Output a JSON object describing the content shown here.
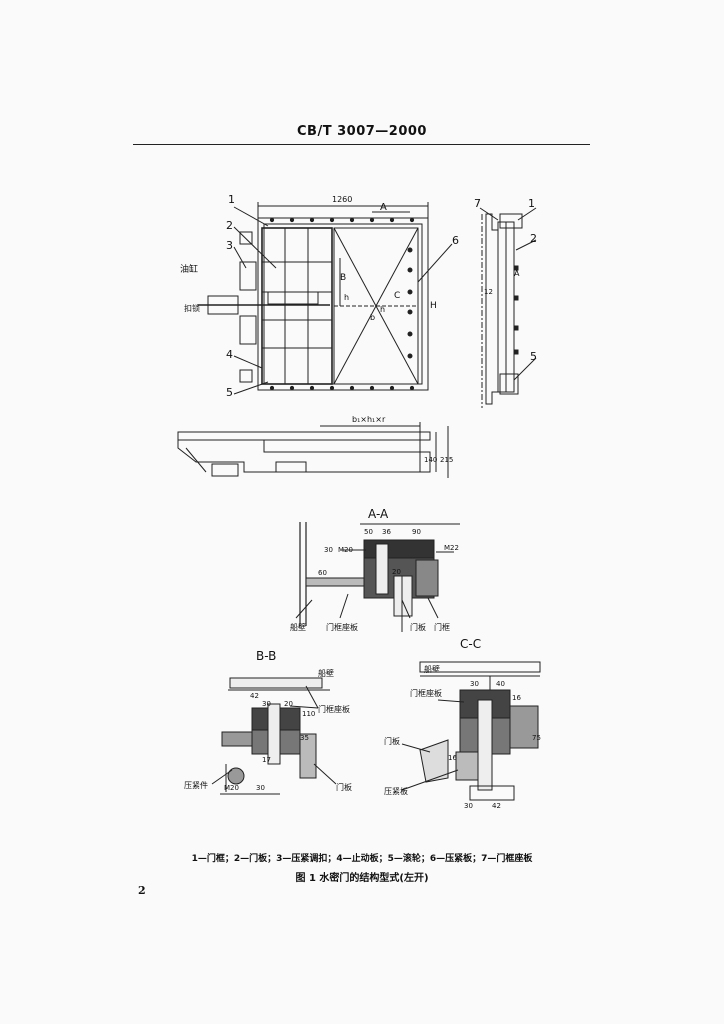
{
  "header": "CB/T 3007—2000",
  "main_view": {
    "width_dim": "1260",
    "section_A": "A",
    "label_B": "B",
    "label_C": "C",
    "callouts": [
      "1",
      "2",
      "3",
      "4",
      "5"
    ],
    "callout_6": "6",
    "oil_cyl": "油缸",
    "lock": "扣锁",
    "dim_h1": "h",
    "dim_h": "h",
    "dim_b": "b",
    "dim_H": "H",
    "dim_A1": "A"
  },
  "side_view": {
    "callouts": [
      "7",
      "1",
      "2",
      "5"
    ],
    "label_A1": "A",
    "dim_12": "12"
  },
  "bottom_view": {
    "dim_bhr": "b₁×h₁×r",
    "dim_140": "140",
    "dim_215": "215"
  },
  "section_AA": {
    "title": "A-A",
    "dims": [
      "50",
      "36",
      "30",
      "90",
      "M20",
      "M22",
      "60",
      "20"
    ],
    "labels": [
      "船壁",
      "门框座板",
      "门板",
      "门框"
    ]
  },
  "section_BB": {
    "title": "B-B",
    "dims": [
      "42",
      "30",
      "20",
      "110",
      "35",
      "17",
      "M20",
      "30"
    ],
    "labels": [
      "船壁",
      "门框座板",
      "压紧件",
      "门板"
    ]
  },
  "section_CC": {
    "title": "C-C",
    "dims": [
      "30",
      "40",
      "16",
      "75",
      "16",
      "30",
      "42"
    ],
    "labels": [
      "船壁",
      "门框座板",
      "门板",
      "压紧板"
    ]
  },
  "legend": "1—门框；2—门板；3—压紧调扣；4—止动板；5—滚轮；6—压紧板；7—门框座板",
  "caption": "图 1   水密门的结构型式(左开)",
  "page_number": "2"
}
